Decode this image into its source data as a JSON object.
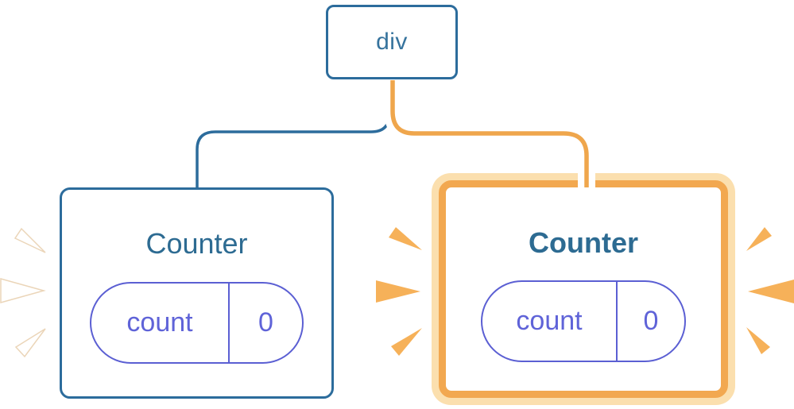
{
  "tree": {
    "root_label": "div",
    "children": [
      {
        "title": "Counter",
        "state_key": "count",
        "state_value": "0",
        "highlighted": false
      },
      {
        "title": "Counter",
        "state_key": "count",
        "state_value": "0",
        "highlighted": true
      }
    ]
  },
  "icons": {
    "left_sparks": "spark-burst-white",
    "right_sparks": "spark-burst-orange"
  },
  "colors": {
    "tree_line_blue": "#2C6C9C",
    "node_border_blue": "#2C6C9C",
    "title_blue": "#2D6B92",
    "root_label_blue": "#36739D",
    "state_purple_border": "#5B5FD3",
    "state_purple_text": "#5F63D8",
    "active_edge_orange": "#EFA64C",
    "active_edge_casing": "#FFFFFF",
    "highlight_border_orange": "#F2A850",
    "highlight_halo_orange": "#FBDFAE",
    "spark_orange": "#F6B159",
    "spark_white": "#FFFFFF",
    "background": "#FFFFFF"
  }
}
